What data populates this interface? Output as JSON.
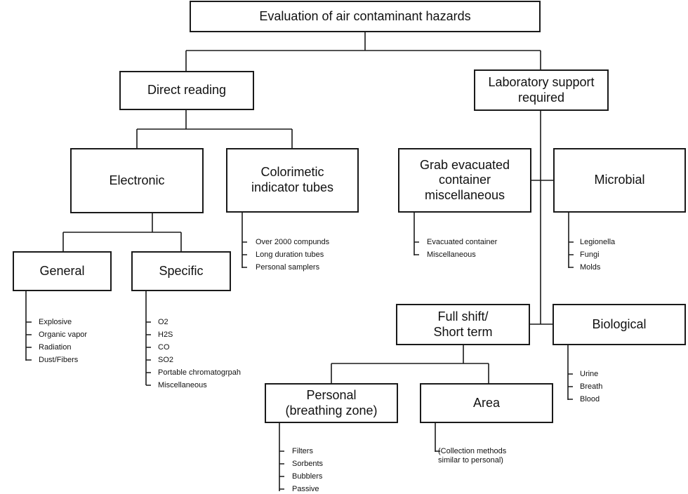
{
  "root": {
    "label": "Evaluation of air contaminant hazards"
  },
  "direct_reading": {
    "label": "Direct reading",
    "electronic": {
      "label": "Electronic",
      "general": {
        "label": "General",
        "items": [
          "Explosive",
          "Organic vapor",
          "Radiation",
          "Dust/Fibers"
        ]
      },
      "specific": {
        "label": "Specific",
        "items": [
          "O2",
          "H2S",
          "CO",
          "SO2",
          "Portable chromatogrpah",
          "Miscellaneous"
        ]
      }
    },
    "colorimetric": {
      "label": "Colorimetic\nindicator tubes",
      "items": [
        "Over 2000 compunds",
        "Long duration tubes",
        "Personal samplers"
      ]
    }
  },
  "laboratory": {
    "label": "Laboratory support\nrequired",
    "grab": {
      "label": "Grab evacuated\ncontainer\nmiscellaneous",
      "items": [
        "Evacuated container",
        "Miscellaneous"
      ]
    },
    "microbial": {
      "label": "Microbial",
      "items": [
        "Legionella",
        "Fungi",
        "Molds"
      ]
    },
    "full_shift": {
      "label": "Full shift/\nShort term",
      "personal": {
        "label": "Personal\n(breathing zone)",
        "items": [
          "Filters",
          "Sorbents",
          "Bubblers",
          "Passive"
        ]
      },
      "area": {
        "label": "Area",
        "note": "(Collection methods\nsimilar to personal)"
      }
    },
    "biological": {
      "label": "Biological",
      "items": [
        "Urine",
        "Breath",
        "Blood"
      ]
    }
  },
  "colors": {
    "line": "#1a1a1a",
    "text": "#111111",
    "background": "#ffffff"
  }
}
